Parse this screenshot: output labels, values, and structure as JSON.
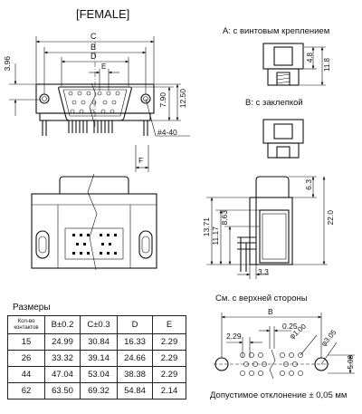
{
  "header": {
    "title": "[FEMALE]"
  },
  "views": {
    "screw_label": "A:  с винтовым креплением",
    "rivet_label": "B:  с заклепкой",
    "top_side_label": "См. с верхней стороны"
  },
  "dimensions": {
    "front": {
      "C": "C",
      "B": "B",
      "D": "D",
      "E": "E",
      "h396": "3.96",
      "h790": "7.90",
      "h1250": "12.50",
      "holes": "#4-40",
      "F": "F"
    },
    "screw": {
      "d48": "4.8",
      "d118": "11.8"
    },
    "side": {
      "d63": "6.3",
      "d220": "22.0",
      "d33": "3.3"
    },
    "front_lower": {
      "d1371": "13.71",
      "d1117": "11.17",
      "d863": "8.63"
    },
    "footprint": {
      "B": "B",
      "d025": "0.25",
      "d229": "2.29",
      "d100": "φ1.00",
      "d305": "φ3.05",
      "d508": "5.08"
    }
  },
  "table": {
    "title": "Размеры",
    "headers": [
      "Кол-во контактов",
      "B±0.2",
      "C±0.3",
      "D",
      "E"
    ],
    "rows": [
      [
        "15",
        "24.99",
        "30.84",
        "16.33",
        "2.29"
      ],
      [
        "26",
        "33.32",
        "39.14",
        "24.66",
        "2.29"
      ],
      [
        "44",
        "47.04",
        "53.04",
        "38.38",
        "2.29"
      ],
      [
        "62",
        "63.50",
        "69.32",
        "54.84",
        "2.14"
      ]
    ]
  },
  "footer": {
    "tolerance": "Допустимое отклонение ± 0,05 мм"
  }
}
